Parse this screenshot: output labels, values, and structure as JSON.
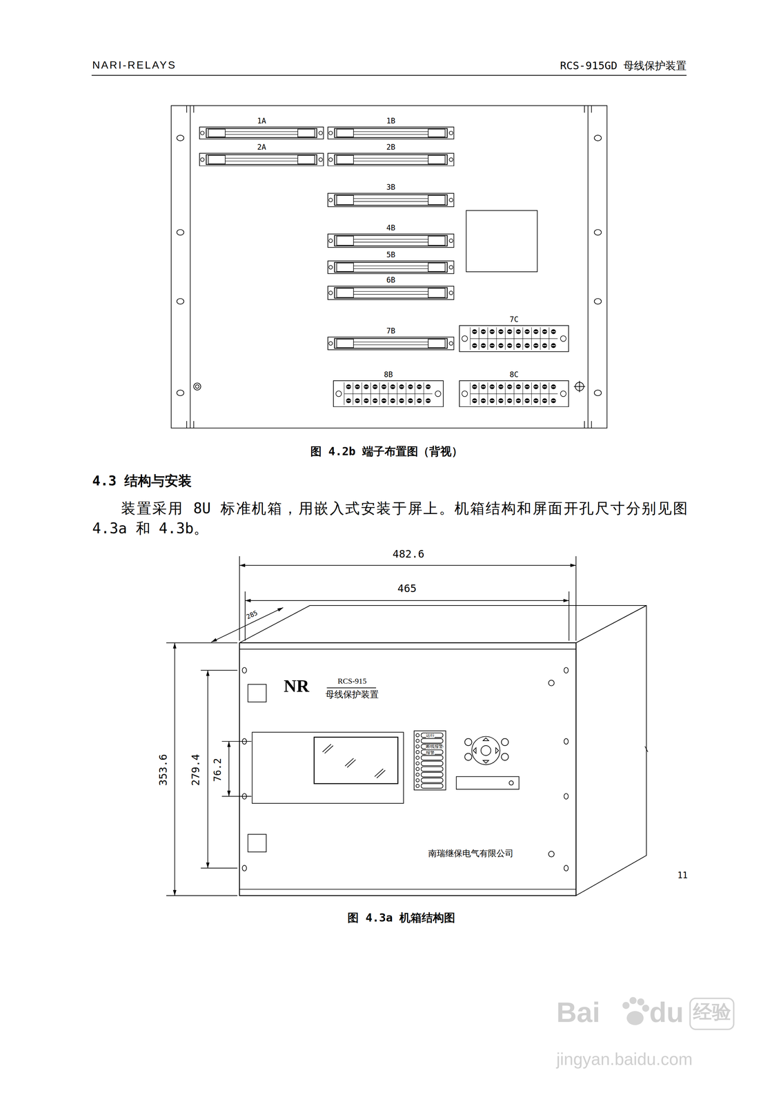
{
  "diagram": {
    "title": "4.3 结构与安装",
    "caption": "图 4.3a 机箱结构图",
    "nodes": [
      {
        "text": [
          "1A"
        ]
      },
      {
        "text": [
          "1B"
        ]
      },
      {
        "text": [
          "2A"
        ]
      },
      {
        "text": [
          "2B"
        ]
      },
      {
        "text": [
          "3B"
        ]
      },
      {
        "text": [
          "4B"
        ]
      },
      {
        "text": [
          "5B"
        ]
      },
      {
        "text": [
          "6B"
        ]
      },
      {
        "text": [
          "7C"
        ]
      },
      {
        "text": [
          "7B"
        ]
      },
      {
        "text": [
          "8B"
        ]
      },
      {
        "text": [
          "8C"
        ]
      },
      {
        "text": [
          "NR",
          "RCS-915",
          "母线保护装置",
          "运行",
          "断线报警",
          "报警",
          "南瑞继保电气有限公司"
        ]
      }
    ],
    "labels": [
      "NARI-RELAYS",
      "RCS-915GD 母线保护装置",
      "图 4.2b 端子布置图（背视）",
      "装置采用 8U 标准机箱，用嵌入式安装于屏上。机箱结构和屏面开孔尺寸分别见图 4.3a 和 4.3b。",
      "482.6",
      "465",
      "285",
      "353.6",
      "279.4",
      "76.2",
      "11",
      "Bai",
      "du",
      "经验",
      "jingyan.baidu.com"
    ]
  }
}
